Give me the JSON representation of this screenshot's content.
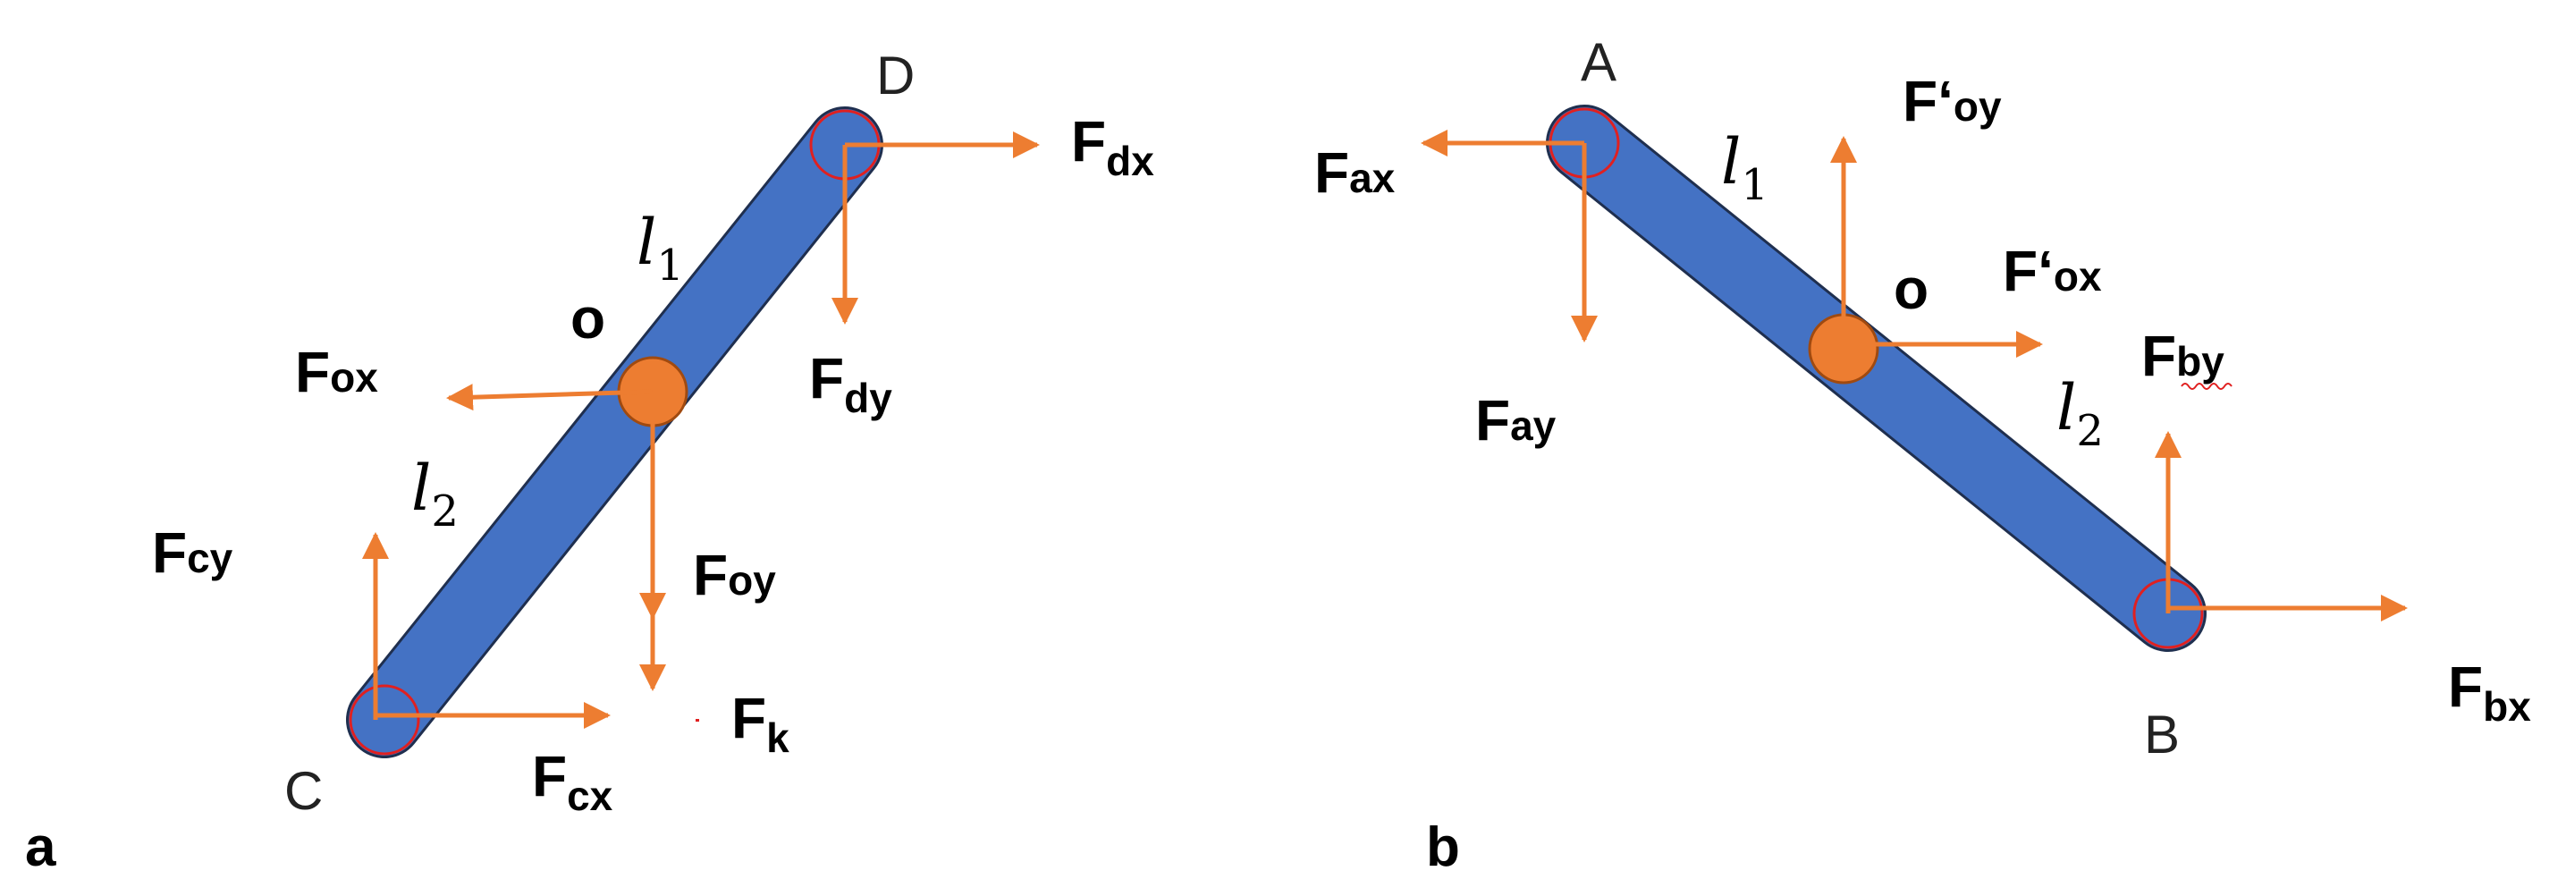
{
  "colors": {
    "bar": "#4472C4",
    "bar_stroke": "#1F2F4F",
    "arrow": "#ED7D31",
    "joint": "#ED7D31",
    "pin_stroke": "#E02020"
  },
  "panels": [
    {
      "panel_label": "a",
      "points": {
        "c": "C",
        "d": "D",
        "o": "o"
      },
      "lengths": {
        "l1": {
          "base": "l",
          "sub": "1"
        },
        "l2": {
          "base": "l",
          "sub": "2"
        }
      },
      "forces": {
        "fdx": {
          "base": "F",
          "sub": "dx"
        },
        "fdy": {
          "base": "F",
          "sub": "dy"
        },
        "fox": {
          "base": "F",
          "sub": "ox"
        },
        "foy": {
          "base": "F",
          "sub": "oy"
        },
        "fcy": {
          "base": "F",
          "sub": "cy"
        },
        "fcx": {
          "base": "F",
          "sub": "cx"
        },
        "fk": {
          "base": "F",
          "sub": "k"
        }
      }
    },
    {
      "panel_label": "b",
      "points": {
        "a": "A",
        "b": "B",
        "o": "o"
      },
      "lengths": {
        "l1": {
          "base": "l",
          "sub": "1"
        },
        "l2": {
          "base": "l",
          "sub": "2"
        }
      },
      "forces": {
        "fax": {
          "base": "F",
          "sub": "ax"
        },
        "fay": {
          "base": "F",
          "sub": "ay"
        },
        "foy": {
          "base": "F‘",
          "sub": "oy"
        },
        "fox": {
          "base": "F‘",
          "sub": "ox"
        },
        "fby": {
          "base": "F",
          "sub": "by"
        },
        "fbx": {
          "base": "F",
          "sub": "bx"
        }
      }
    }
  ]
}
